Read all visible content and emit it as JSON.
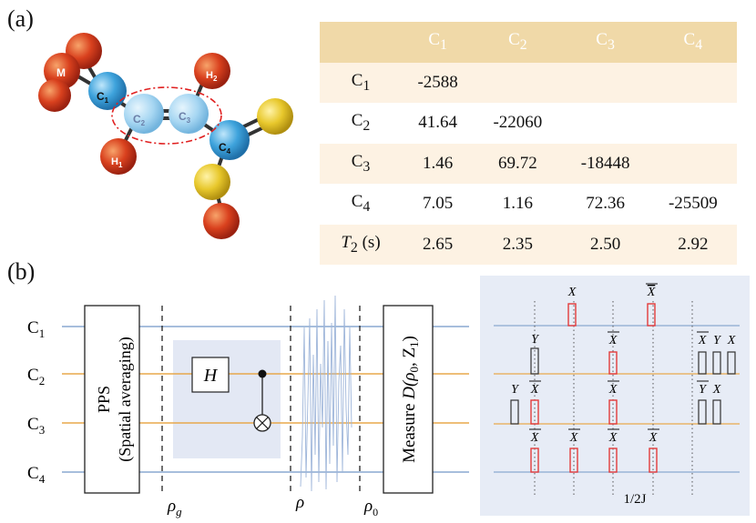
{
  "panel_a": {
    "label": "(a)",
    "atoms": {
      "M": "M",
      "C1": "C",
      "C1_sub": "1",
      "C2": "C",
      "C2_sub": "2",
      "C3": "C",
      "C3_sub": "3",
      "C4": "C",
      "C4_sub": "4",
      "H1": "H",
      "H1_sub": "1",
      "H2": "H",
      "H2_sub": "2"
    },
    "table": {
      "col_headers": [
        {
          "main": "C",
          "sub": "1"
        },
        {
          "main": "C",
          "sub": "2"
        },
        {
          "main": "C",
          "sub": "3"
        },
        {
          "main": "C",
          "sub": "4"
        }
      ],
      "rows": [
        {
          "head_main": "C",
          "head_sub": "1",
          "cells": [
            "-2588",
            "",
            "",
            ""
          ]
        },
        {
          "head_main": "C",
          "head_sub": "2",
          "cells": [
            "41.64",
            "-22060",
            "",
            ""
          ]
        },
        {
          "head_main": "C",
          "head_sub": "3",
          "cells": [
            "1.46",
            "69.72",
            "-18448",
            ""
          ]
        },
        {
          "head_main": "C",
          "head_sub": "4",
          "cells": [
            "7.05",
            "1.16",
            "72.36",
            "-25509"
          ]
        },
        {
          "head_main": "T",
          "head_sub": "2",
          "head_suffix": " (s)",
          "cells": [
            "2.65",
            "2.35",
            "2.50",
            "2.92"
          ]
        }
      ]
    },
    "colors": {
      "header_bg": "#f0d9a8",
      "shade_bg": "#fdf2e3",
      "red_atom": "#d9411e",
      "blue_atom": "#3ea3dc",
      "yellow_atom": "#e8c82c"
    }
  },
  "panel_b": {
    "label": "(b)",
    "qubits": [
      {
        "main": "C",
        "sub": "1"
      },
      {
        "main": "C",
        "sub": "2"
      },
      {
        "main": "C",
        "sub": "3"
      },
      {
        "main": "C",
        "sub": "4"
      }
    ],
    "pps_line1": "PPS",
    "pps_line2": "(Spatial averaging)",
    "hadamard": "H",
    "measure_text": "Measure ",
    "measure_math": "D(ρ",
    "measure_math_sub": "0",
    "measure_math_end": ", Z",
    "measure_math_sub2": "1",
    "measure_math_close": ")",
    "rho_g": "ρ",
    "rho_g_sub": "g",
    "rho": "ρ",
    "rho_0": "ρ",
    "rho_0_sub": "0",
    "pulse_labels": {
      "X": "X",
      "Xbar": "X",
      "Y": "Y",
      "Ybar": "Y"
    },
    "delay_label": "1/2J",
    "colors": {
      "line_blue": "#8aa8d0",
      "line_orange": "#e8a84c",
      "box_bg": "#e7ecf6",
      "pulse_red": "#e33b3b",
      "signal": "#9fb6da"
    }
  }
}
